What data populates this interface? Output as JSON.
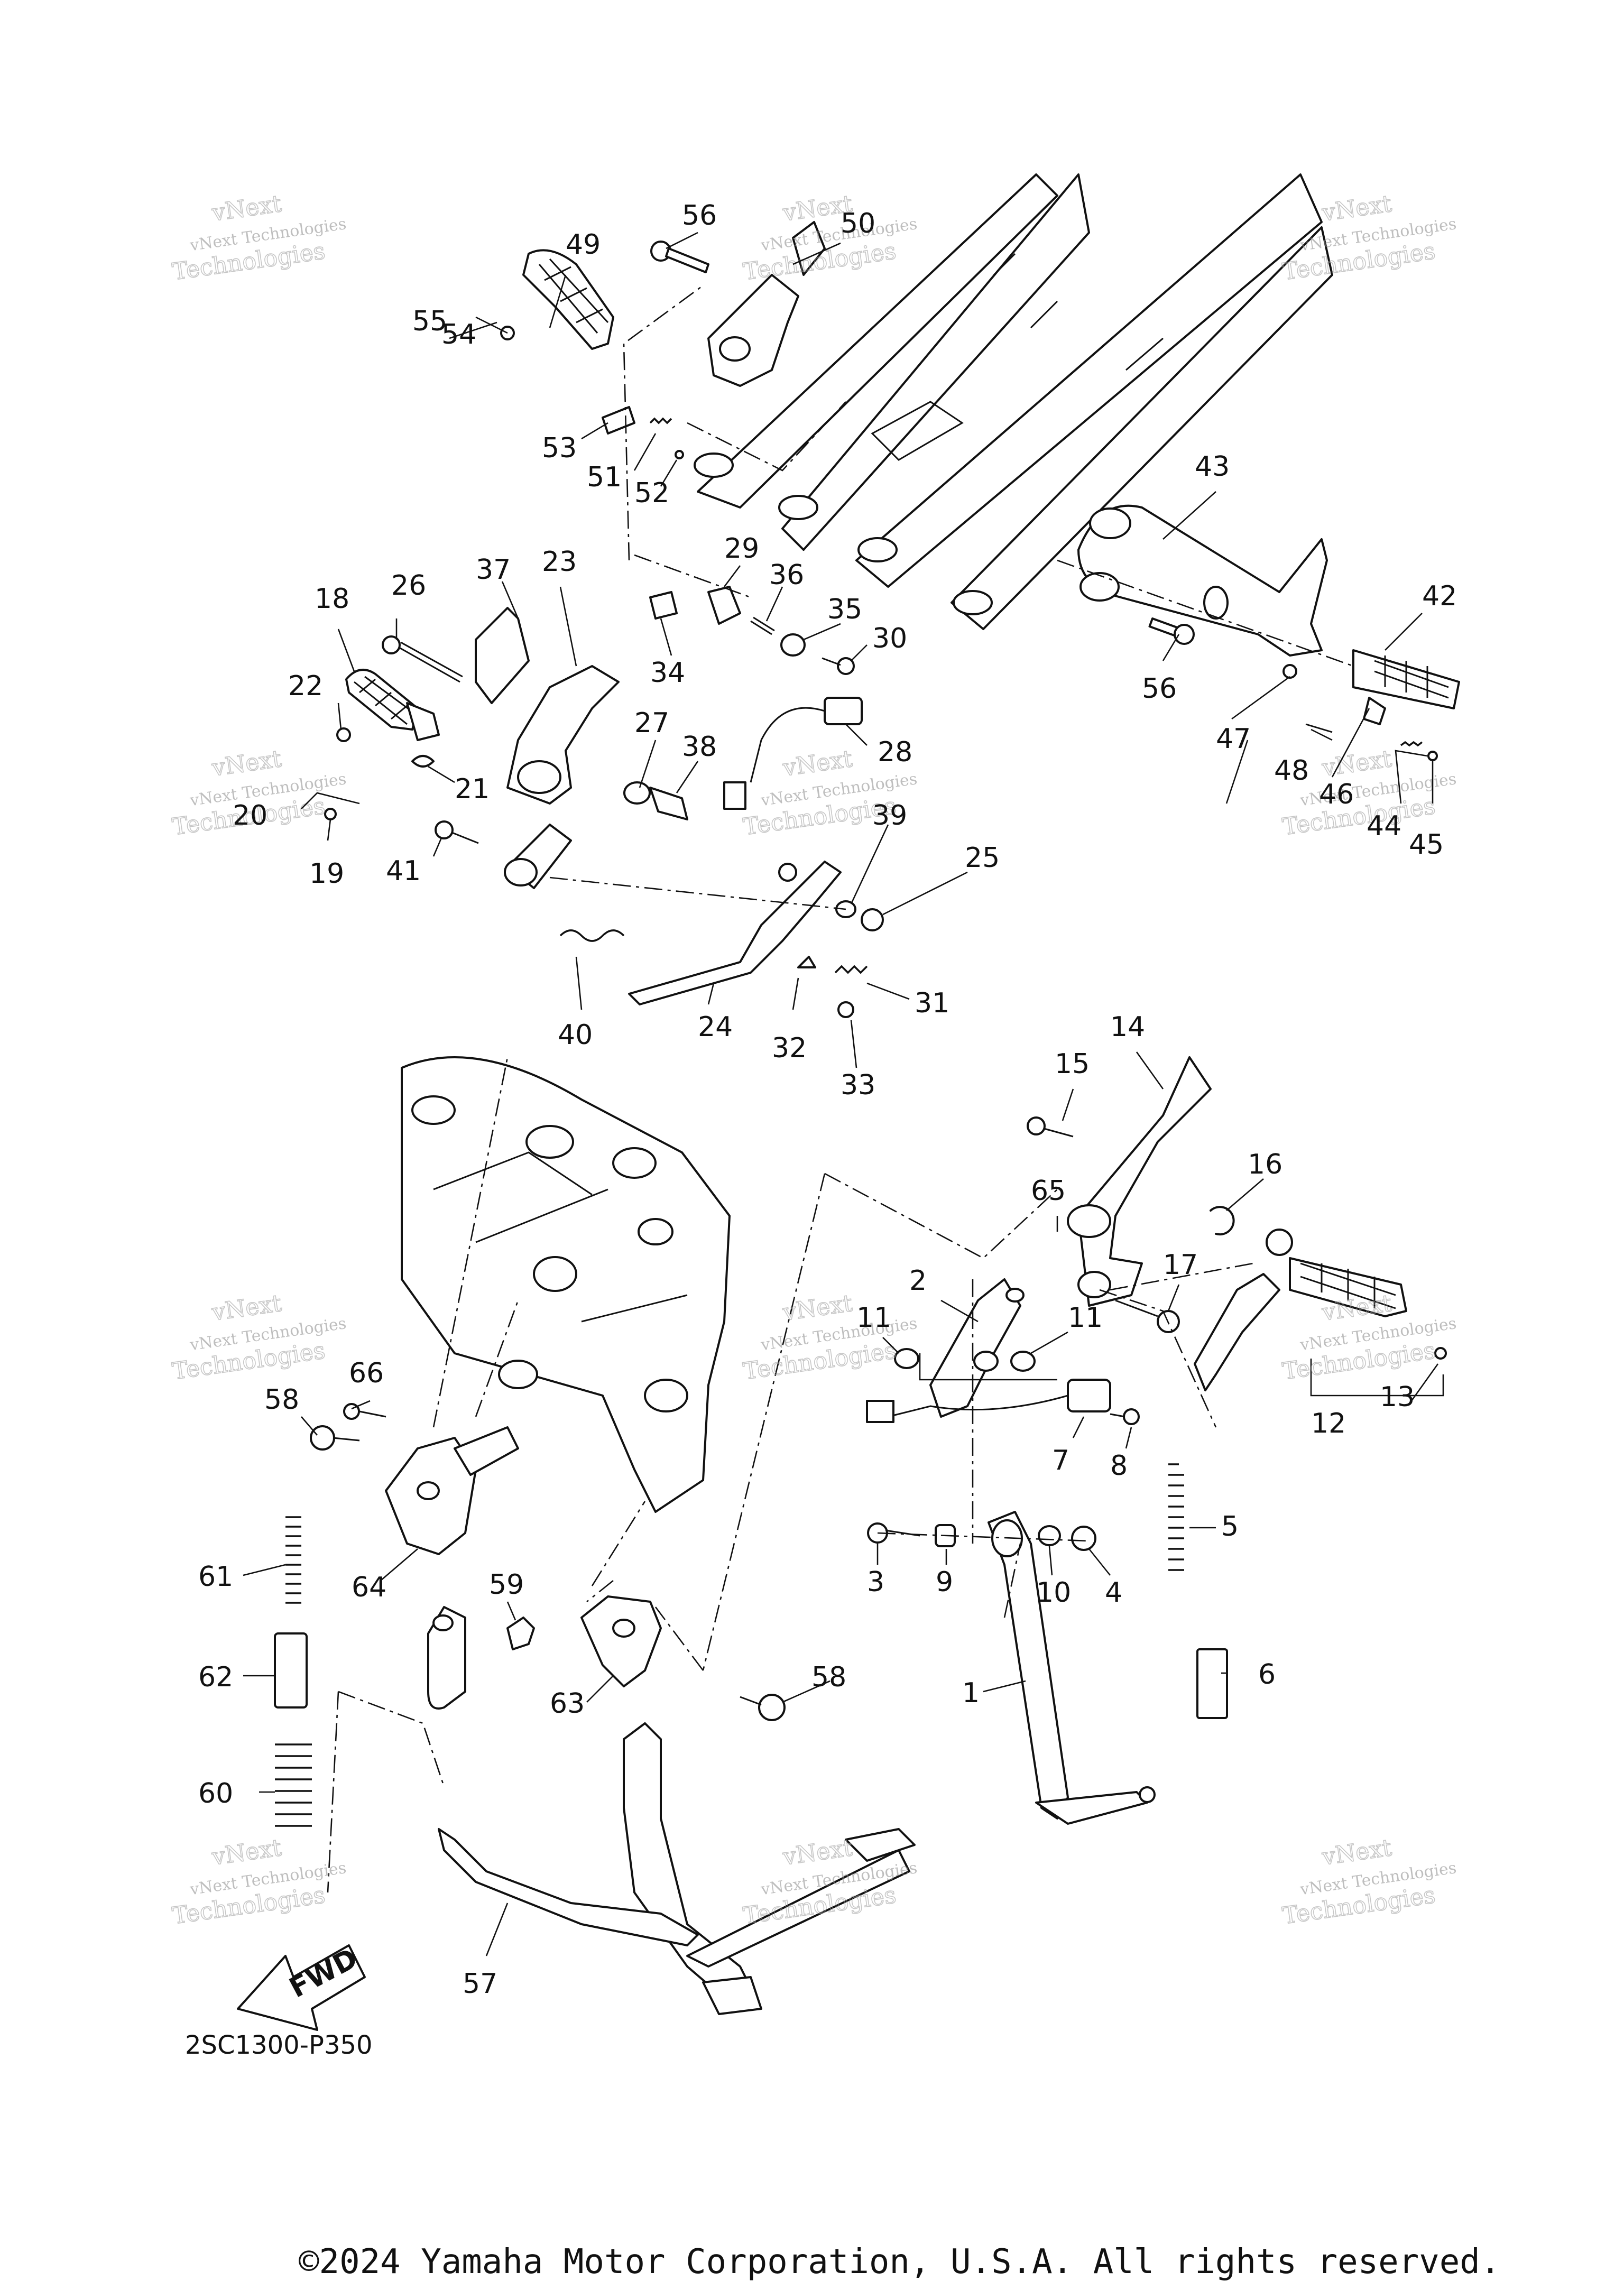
{
  "diagram_code": "2SC1300-P350",
  "copyright": "©2024 Yamaha Motor Corporation, U.S.A. All rights reserved.",
  "fwd_label": "FWD",
  "watermark": {
    "line1": "vNext Technologies",
    "line2": "vNext",
    "line3": "Technologies"
  },
  "labels": [
    "1",
    "2",
    "3",
    "4",
    "5",
    "6",
    "7",
    "8",
    "9",
    "10",
    "11",
    "11",
    "12",
    "13",
    "14",
    "15",
    "16",
    "17",
    "18",
    "19",
    "20",
    "21",
    "22",
    "23",
    "24",
    "25",
    "26",
    "27",
    "28",
    "29",
    "30",
    "31",
    "32",
    "33",
    "34",
    "35",
    "36",
    "37",
    "38",
    "39",
    "40",
    "41",
    "42",
    "43",
    "44",
    "45",
    "46",
    "47",
    "48",
    "49",
    "50",
    "51",
    "52",
    "53",
    "54",
    "55",
    "56",
    "56",
    "57",
    "58",
    "58",
    "59",
    "60",
    "61",
    "62",
    "63",
    "64",
    "65",
    "66"
  ]
}
